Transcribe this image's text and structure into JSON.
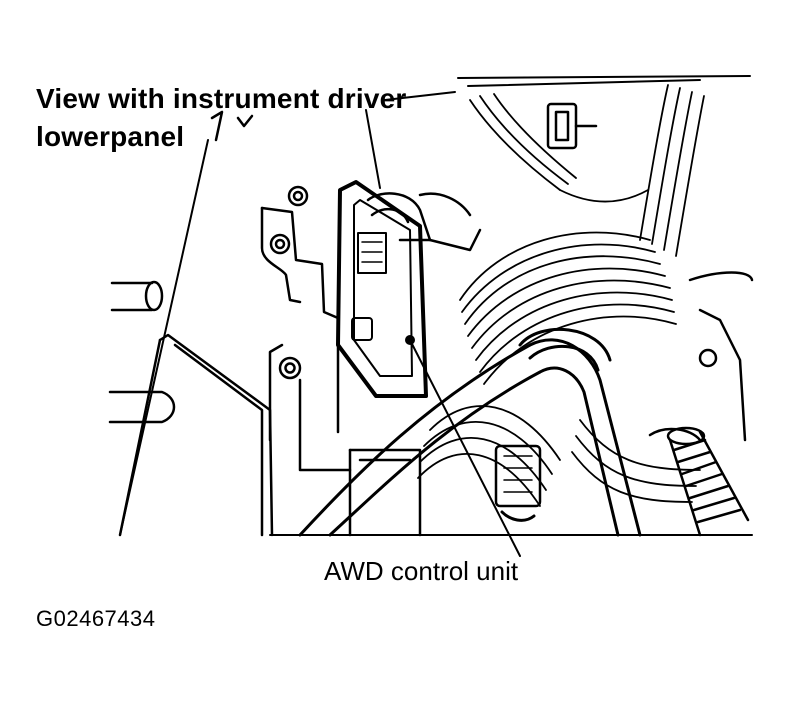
{
  "view_label": {
    "line1": "View with instrument driver",
    "line2": "lowerpanel"
  },
  "callout": {
    "awd_control_unit": "AWD control unit"
  },
  "figure_id": "G02467434",
  "colors": {
    "line": "#000000",
    "background": "#ffffff"
  }
}
